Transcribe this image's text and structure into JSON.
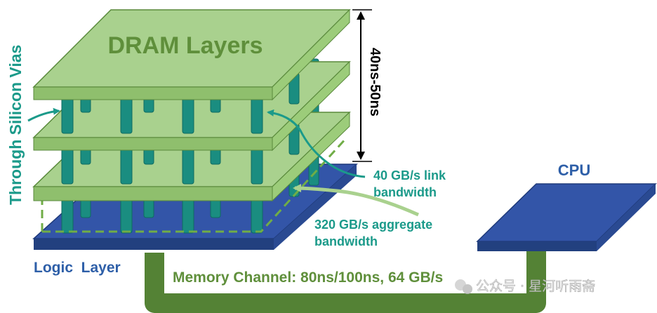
{
  "labels": {
    "dram_layers": "DRAM Layers",
    "through_silicon_vias": "Through Silicon Vias",
    "latency": "40ns-50ns",
    "link_bandwidth_line1": "40 GB/s link",
    "link_bandwidth_line2": "bandwidth",
    "aggregate_bandwidth_line1": "320 GB/s aggregate",
    "aggregate_bandwidth_line2": "bandwidth",
    "cpu": "CPU",
    "logic_layer": "Logic  Layer",
    "memory_channel": "Memory Channel: 80ns/100ns, 64 GB/s",
    "watermark": "公众号 · 星河听雨斋"
  },
  "colors": {
    "dram_green": "#a9d18e",
    "dram_edge": "#5a8a3c",
    "label_green": "#5f8f3b",
    "teal": "#1b9a8a",
    "via_teal": "#1a8d80",
    "logic_blue": "#3355a8",
    "logic_edge": "#1f3a7a",
    "channel_green": "#548235",
    "text_blue": "#2e5fa8"
  },
  "icons": {
    "watermark_icon": "wechat-icon"
  }
}
